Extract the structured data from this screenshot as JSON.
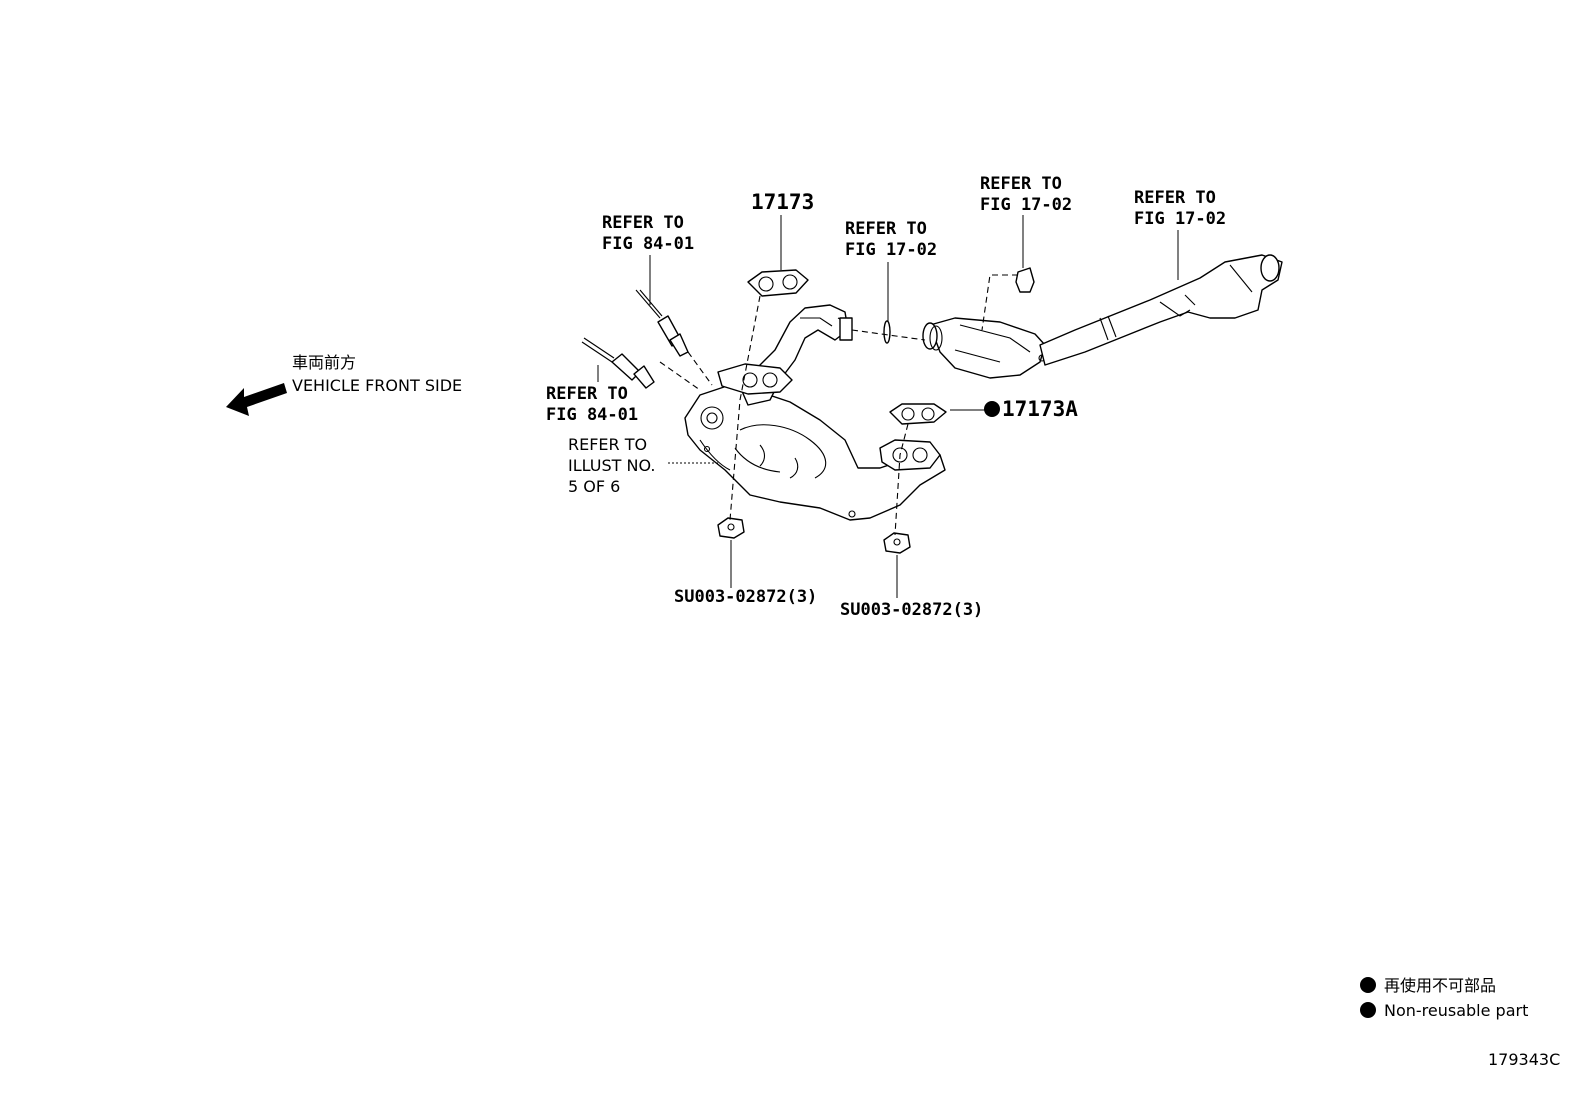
{
  "direction": {
    "label_jp": "車両前方",
    "label_en": "VEHICLE FRONT SIDE"
  },
  "callouts": {
    "refer_84_01_upper": [
      "REFER TO",
      "FIG 84-01"
    ],
    "refer_84_01_lower": [
      "REFER TO",
      "FIG 84-01"
    ],
    "refer_illust": [
      "REFER TO",
      "ILLUST NO.",
      "5 OF 6"
    ],
    "part_17173": "17173",
    "refer_17_02_mid": [
      "REFER TO",
      "FIG 17-02"
    ],
    "refer_17_02_clamp": [
      "REFER TO",
      "FIG 17-02"
    ],
    "refer_17_02_pipe": [
      "REFER TO",
      "FIG 17-02"
    ],
    "part_17173a": "17173A",
    "nut_left": "SU003-02872(3)",
    "nut_right": "SU003-02872(3)"
  },
  "legend": {
    "jp": "再使用不可部品",
    "en": "Non-reusable part"
  },
  "figure_id": "179343C"
}
